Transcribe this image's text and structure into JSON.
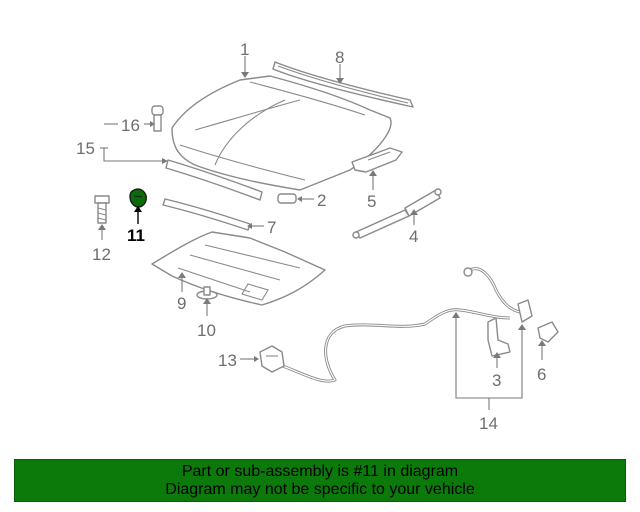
{
  "callouts": {
    "c1": "1",
    "c2": "2",
    "c3": "3",
    "c4": "4",
    "c5": "5",
    "c6": "6",
    "c7": "7",
    "c8": "8",
    "c9": "9",
    "c10": "10",
    "c11": "11",
    "c12": "12",
    "c13": "13",
    "c14": "14",
    "c15": "15",
    "c16": "16"
  },
  "highlighted_part": "11",
  "colors": {
    "banner": "#0b7a0b",
    "highlight_part": "#0b6b0b",
    "line_art": "#8a8a8a"
  },
  "banner": {
    "line1": "Part or sub-assembly is #11 in diagram",
    "line2": "Diagram may not be specific to your vehicle"
  }
}
